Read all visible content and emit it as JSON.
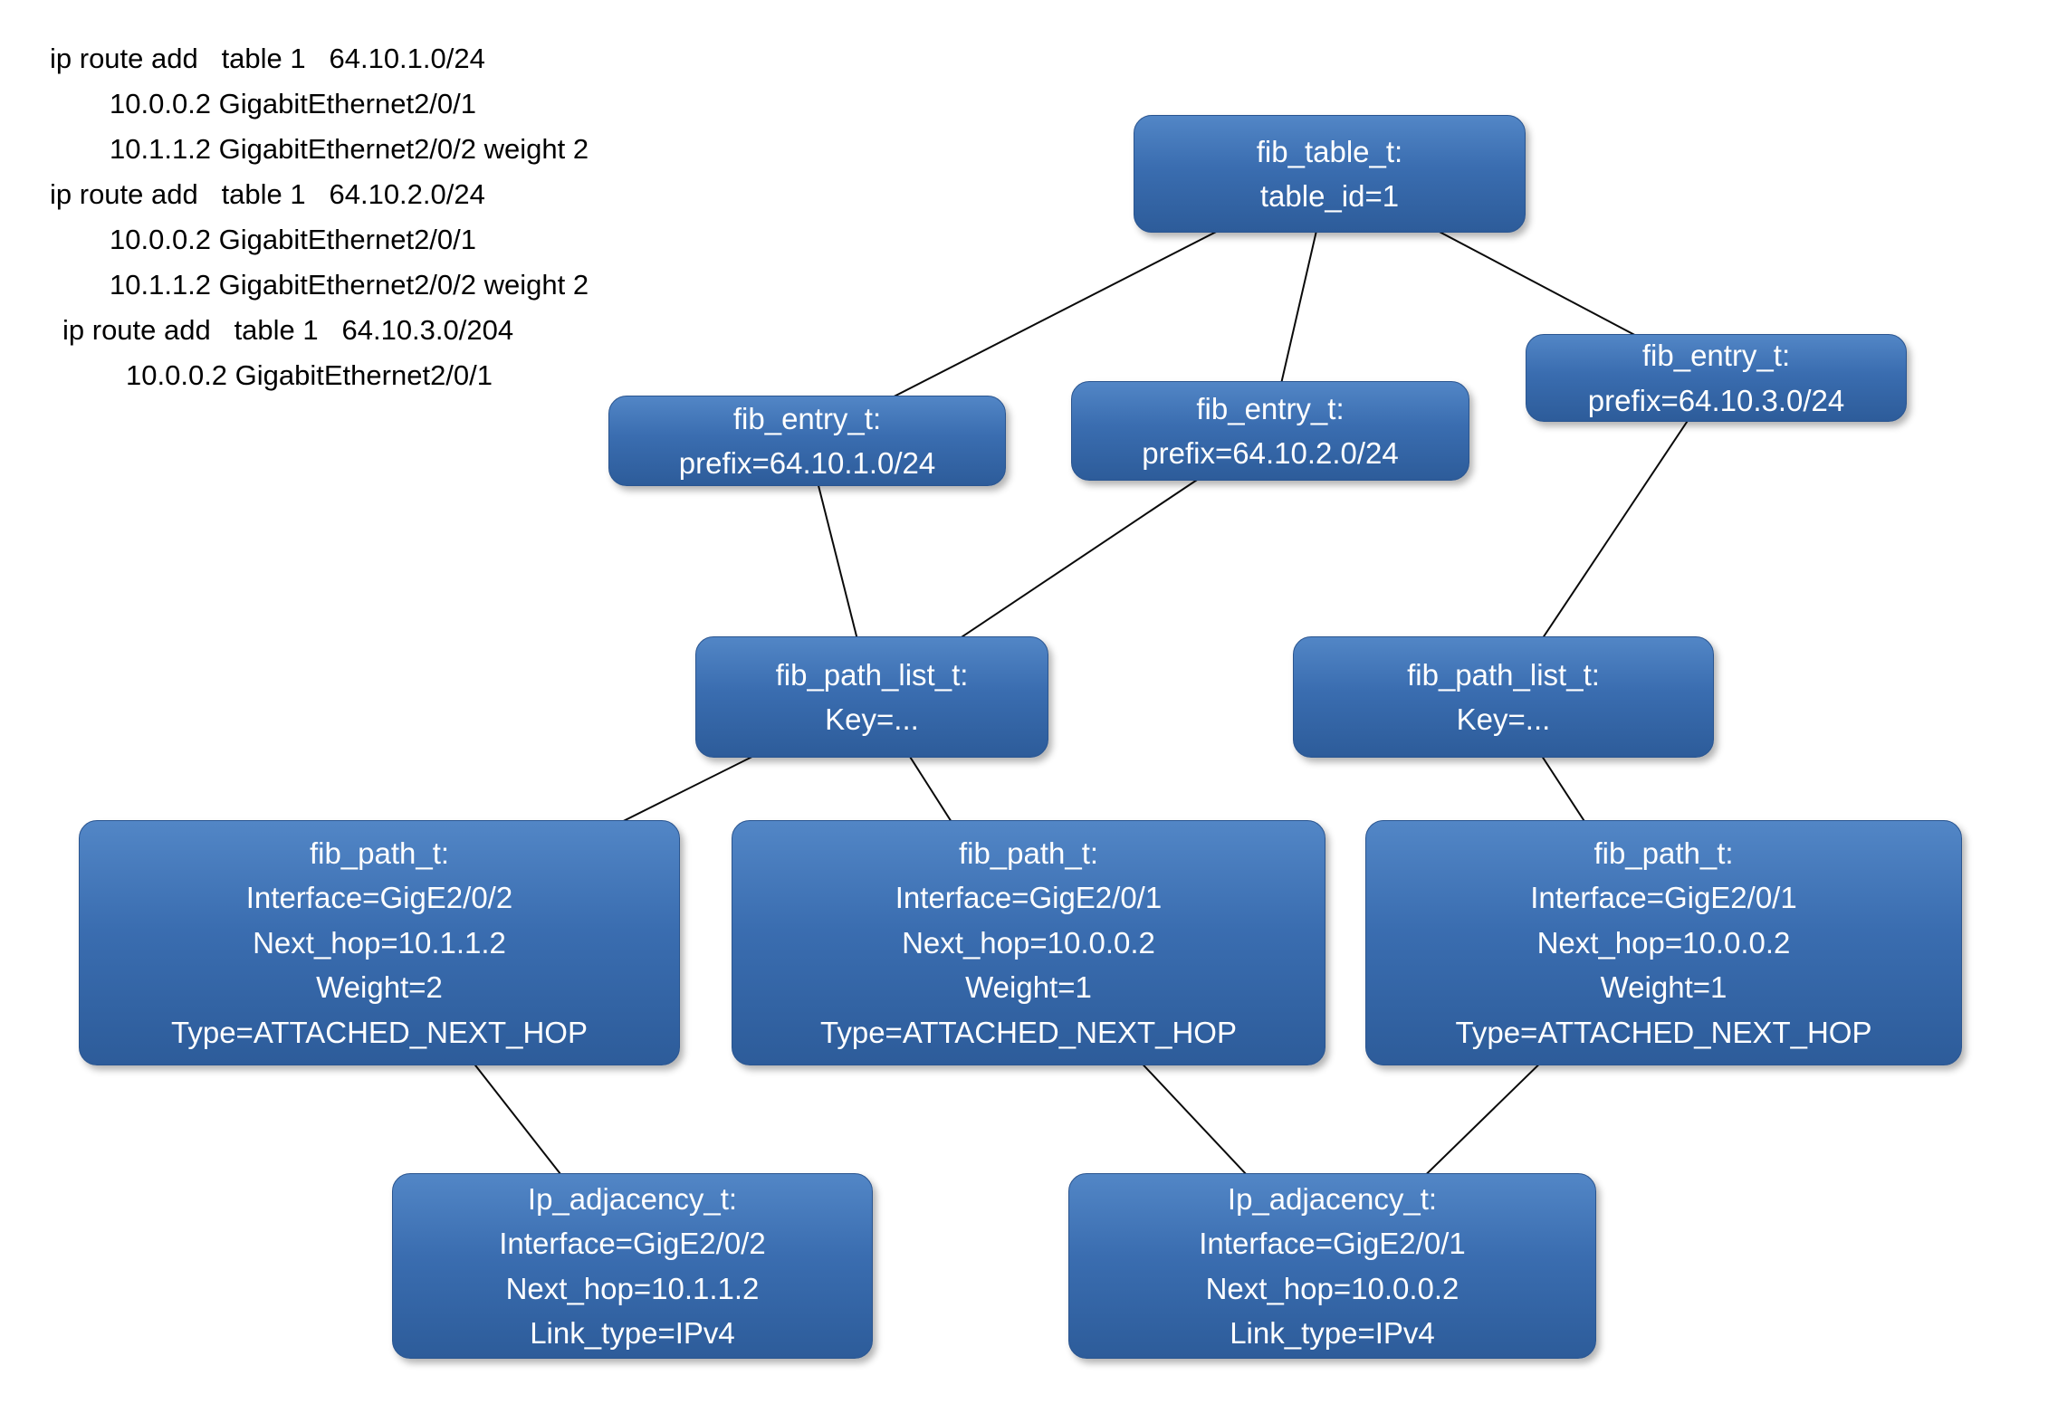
{
  "colors": {
    "node_fill_top": "#5286c6",
    "node_fill_bottom": "#2d5c9a",
    "node_text": "#ffffff",
    "edge": "#0a0a0a",
    "background": "#ffffff",
    "code_text": "#000000"
  },
  "code_block": {
    "lines": [
      "ip route add   table 1   64.10.1.0/24",
      "10.0.0.2 GigabitEthernet2/0/1",
      "10.1.1.2 GigabitEthernet2/0/2 weight 2",
      "ip route add   table 1   64.10.2.0/24",
      "10.0.0.2 GigabitEthernet2/0/1",
      "10.1.1.2 GigabitEthernet2/0/2 weight 2",
      "ip route add   table 1   64.10.3.0/204",
      "10.0.0.2 GigabitEthernet2/0/1"
    ]
  },
  "nodes": {
    "fib_table": {
      "lines": [
        "fib_table_t:",
        "table_id=1"
      ]
    },
    "entry1": {
      "lines": [
        "fib_entry_t:",
        "prefix=64.10.1.0/24"
      ]
    },
    "entry2": {
      "lines": [
        "fib_entry_t:",
        "prefix=64.10.2.0/24"
      ]
    },
    "entry3": {
      "lines": [
        "fib_entry_t:",
        "prefix=64.10.3.0/24"
      ]
    },
    "path_list_left": {
      "lines": [
        "fib_path_list_t:",
        "Key=..."
      ]
    },
    "path_list_right": {
      "lines": [
        "fib_path_list_t:",
        "Key=..."
      ]
    },
    "path_left": {
      "lines": [
        "fib_path_t:",
        "Interface=GigE2/0/2",
        "Next_hop=10.1.1.2",
        "Weight=2",
        "Type=ATTACHED_NEXT_HOP"
      ]
    },
    "path_mid": {
      "lines": [
        "fib_path_t:",
        "Interface=GigE2/0/1",
        "Next_hop=10.0.0.2",
        "Weight=1",
        "Type=ATTACHED_NEXT_HOP"
      ]
    },
    "path_right": {
      "lines": [
        "fib_path_t:",
        "Interface=GigE2/0/1",
        "Next_hop=10.0.0.2",
        "Weight=1",
        "Type=ATTACHED_NEXT_HOP"
      ]
    },
    "adj_left": {
      "lines": [
        "Ip_adjacency_t:",
        "Interface=GigE2/0/2",
        "Next_hop=10.1.1.2",
        "Link_type=IPv4"
      ]
    },
    "adj_right": {
      "lines": [
        "Ip_adjacency_t:",
        "Interface=GigE2/0/1",
        "Next_hop=10.0.0.2",
        "Link_type=IPv4"
      ]
    }
  },
  "edges": [
    {
      "from": "fib_table",
      "to": "entry1"
    },
    {
      "from": "fib_table",
      "to": "entry2"
    },
    {
      "from": "fib_table",
      "to": "entry3"
    },
    {
      "from": "entry1",
      "to": "path_list_left"
    },
    {
      "from": "entry2",
      "to": "path_list_left"
    },
    {
      "from": "entry3",
      "to": "path_list_right"
    },
    {
      "from": "path_list_left",
      "to": "path_left"
    },
    {
      "from": "path_list_left",
      "to": "path_mid"
    },
    {
      "from": "path_list_right",
      "to": "path_right"
    },
    {
      "from": "path_left",
      "to": "adj_left"
    },
    {
      "from": "path_mid",
      "to": "adj_right"
    },
    {
      "from": "path_right",
      "to": "adj_right"
    }
  ]
}
